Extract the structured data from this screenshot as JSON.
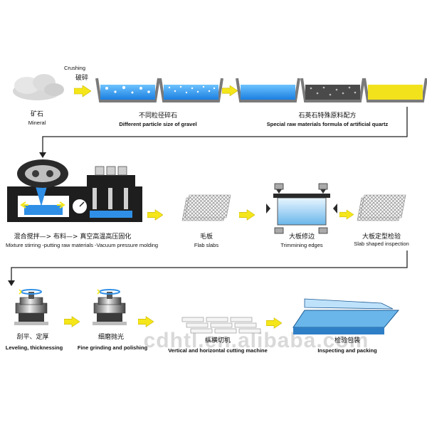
{
  "row1": {
    "crushing_en": "Crushing",
    "crushing_cn": "破碎",
    "mineral_cn": "矿石",
    "mineral_en": "Mineral",
    "gravel_cn": "不同粒径碎石",
    "gravel_en": "Different particle size of gravel",
    "quartz_cn": "石英石特殊原料配方",
    "quartz_en": "Special raw materials formula of artificial quartz"
  },
  "row2": {
    "mixing_cn": "混合搅拌—> 布料—> 真空高温高压固化",
    "mixing_en": "Mixture stirring -putting raw materials -Vacuum pressure molding",
    "flab_cn": "毛板",
    "flab_en": "Flab slabs",
    "trim_cn": "大板修边",
    "trim_en": "Trimmining edges",
    "inspect_cn": "大板定型检验",
    "inspect_en": "Slab shaped inspection"
  },
  "row3": {
    "level_cn": "刮平、定厚",
    "level_en": "Leveling, thicknessing",
    "polish_cn": "细磨抛光",
    "polish_en": "Fine grinding and polishing",
    "cut_cn": "纵横切机",
    "cut_en": "Vertical and horizontal cutting machine",
    "pack_cn": "检验包装",
    "pack_en": "Inspecting and packing"
  },
  "watermark": "cdhtl.en.alibaba.com",
  "colors": {
    "arrow_yellow": "#f5e61a",
    "water_blue": "#2f8fe6",
    "tray_gray": "#7a7a7a",
    "gravel_dark": "#4a4a4a",
    "quartz_yellow": "#f2e21c",
    "machine_dark": "#1e1e1e"
  }
}
